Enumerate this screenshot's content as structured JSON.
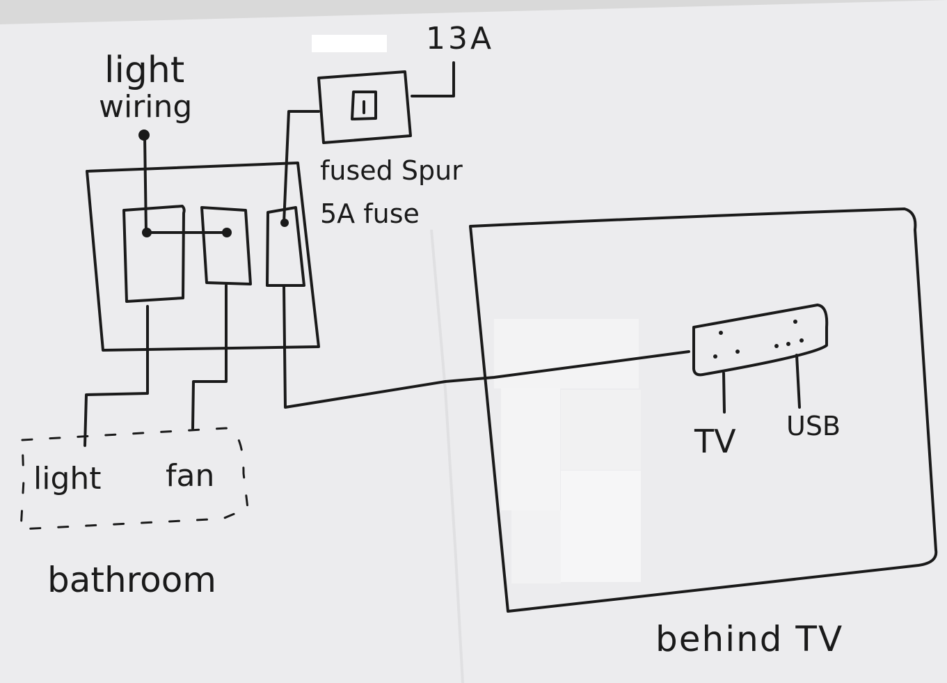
{
  "labels": {
    "light_wiring": [
      "light",
      "wiring"
    ],
    "amp_rating": "13A",
    "fused_spur": "fused Spur",
    "fuse_rating": "5A fuse",
    "light": "light",
    "fan": "fan",
    "bathroom": "bathroom",
    "tv": "TV",
    "usb": "USB",
    "behind_tv": "behind TV",
    "switch_mark": "|"
  },
  "colors": {
    "paper": "#ececee",
    "ink": "#1a1a1a",
    "redaction": "#f7f7f7"
  }
}
